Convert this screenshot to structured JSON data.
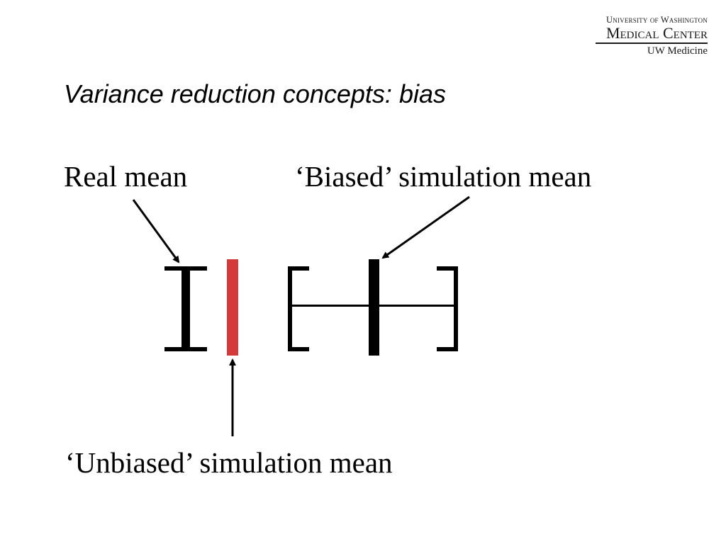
{
  "logo": {
    "line1": "University of Washington",
    "line2": "Medical Center",
    "line3": "UW Medicine"
  },
  "slide": {
    "title": "Variance reduction concepts: bias"
  },
  "diagram": {
    "labels": {
      "real_mean": "Real mean",
      "biased_mean": "‘Biased’ simulation mean",
      "unbiased_mean": "‘Unbiased’ simulation mean"
    },
    "colors": {
      "real_mean_marker": "#000000",
      "unbiased_marker": "#d43a3a",
      "biased_marker": "#000000",
      "arrows": "#000000"
    }
  }
}
